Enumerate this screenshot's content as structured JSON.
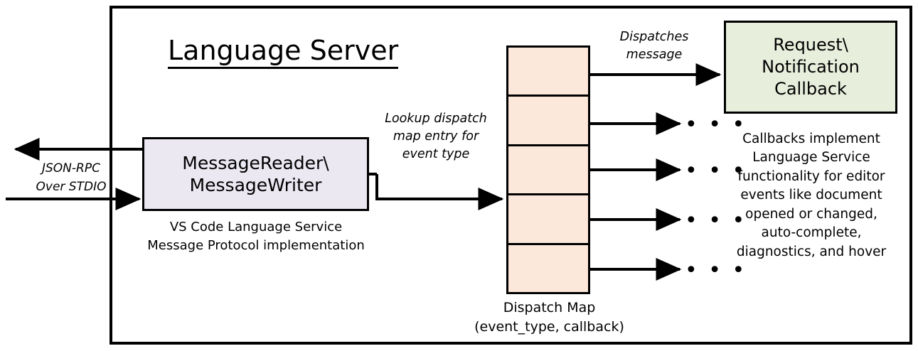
{
  "diagram": {
    "title": "Language Server",
    "frame_name": "language-server-boundary",
    "colors": {
      "message_box_fill": "#ebe8f2",
      "dispatch_cell_fill": "#fce8da",
      "callback_box_fill": "#e8eedc",
      "stroke": "#000000",
      "background": "#ffffff"
    }
  },
  "external": {
    "transport_label_line1": "JSON-RPC",
    "transport_label_line2": "Over STDIO",
    "outbound_arrow_name": "outbound-response-arrow",
    "inbound_arrow_name": "inbound-request-arrow"
  },
  "message_rw": {
    "line1": "MessageReader\\",
    "line2": "MessageWriter",
    "caption_line1": "VS Code Language Service",
    "caption_line2": "Message Protocol implementation"
  },
  "lookup": {
    "line1": "Lookup dispatch",
    "line2": "map entry for",
    "line3": "event type"
  },
  "dispatch_map": {
    "caption_line1": "Dispatch Map",
    "caption_line2": "(event_type, callback)",
    "cells": [
      {
        "index": 0,
        "dot": "●"
      },
      {
        "index": 1,
        "dot": "●"
      },
      {
        "index": 2,
        "dot": "●"
      },
      {
        "index": 3,
        "dot": "●"
      },
      {
        "index": 4,
        "dot": "●"
      }
    ]
  },
  "dispatch_message": {
    "line1": "Dispatches",
    "line2": "message"
  },
  "callback": {
    "line1": "Request\\",
    "line2": "Notification",
    "line3": "Callback",
    "desc_line1": "Callbacks implement",
    "desc_line2": "Language Service",
    "desc_line3": "functionality for editor",
    "desc_line4": "events like document",
    "desc_line5": "opened or changed,",
    "desc_line6": "auto-complete,",
    "desc_line7": "diagnostics, and hover"
  },
  "ellipses": {
    "glyph": "• • •",
    "count": 4
  }
}
